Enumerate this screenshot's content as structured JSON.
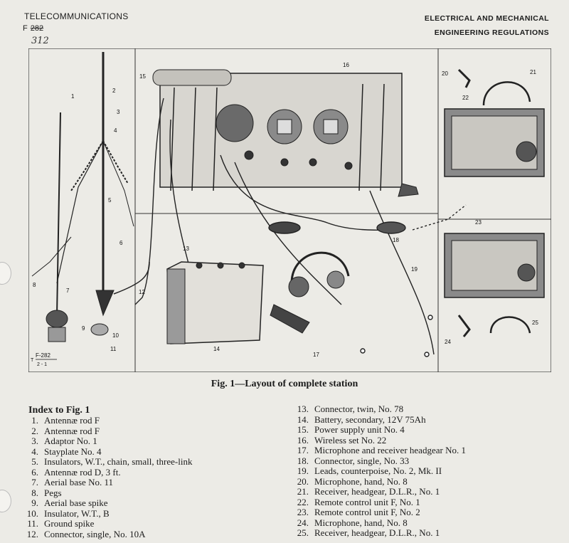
{
  "header": {
    "left_title": "TELECOMMUNICATIONS",
    "ref_prefix": "F",
    "ref_struck": "282",
    "ref_handwritten": "312",
    "right_line1": "ELECTRICAL AND MECHANICAL",
    "right_line2": "ENGINEERING   REGULATIONS"
  },
  "figure": {
    "corner_ref_prefix": "T",
    "corner_ref_top": "F-282",
    "corner_ref_bottom": "2 - 1",
    "callouts": [
      "1",
      "2",
      "3",
      "4",
      "5",
      "6",
      "7",
      "8",
      "9",
      "10",
      "11",
      "12",
      "13",
      "14",
      "15",
      "16",
      "17",
      "18",
      "19",
      "20",
      "21",
      "22",
      "23",
      "24",
      "25"
    ]
  },
  "caption": "Fig. 1—Layout of complete station",
  "index": {
    "title": "Index to Fig. 1",
    "left_items": [
      {
        "num": "1.",
        "text": "Antennæ rod F"
      },
      {
        "num": "2.",
        "text": "Antennæ rod F"
      },
      {
        "num": "3.",
        "text": "Adaptor No. 1"
      },
      {
        "num": "4.",
        "text": "Stayplate No. 4"
      },
      {
        "num": "5.",
        "text": "Insulators, W.T., chain, small, three-link"
      },
      {
        "num": "6.",
        "text": "Antennæ rod D, 3 ft."
      },
      {
        "num": "7.",
        "text": "Aerial base No. 11"
      },
      {
        "num": "8.",
        "text": "Pegs"
      },
      {
        "num": "9.",
        "text": "Aerial base spike"
      },
      {
        "num": "10.",
        "text": "Insulator, W.T., B"
      },
      {
        "num": "11.",
        "text": "Ground spike"
      },
      {
        "num": "12.",
        "text": "Connector, single, No. 10A"
      }
    ],
    "right_items": [
      {
        "num": "13.",
        "text": "Connector, twin, No. 78"
      },
      {
        "num": "14.",
        "text": "Battery, secondary, 12V 75Ah"
      },
      {
        "num": "15.",
        "text": "Power supply unit No. 4"
      },
      {
        "num": "16.",
        "text": "Wireless set No. 22"
      },
      {
        "num": "17.",
        "text": "Microphone and receiver headgear No. 1"
      },
      {
        "num": "18.",
        "text": "Connector, single, No. 33"
      },
      {
        "num": "19.",
        "text": "Leads, counterpoise, No. 2, Mk. II"
      },
      {
        "num": "20.",
        "text": "Microphone, hand, No. 8"
      },
      {
        "num": "21.",
        "text": "Receiver, headgear, D.L.R., No. 1"
      },
      {
        "num": "22.",
        "text": "Remote control unit F, No. 1"
      },
      {
        "num": "23.",
        "text": "Remote control unit F, No. 2"
      },
      {
        "num": "24.",
        "text": "Microphone, hand, No. 8"
      },
      {
        "num": "25.",
        "text": "Receiver, headgear, D.L.R., No. 1"
      }
    ]
  }
}
